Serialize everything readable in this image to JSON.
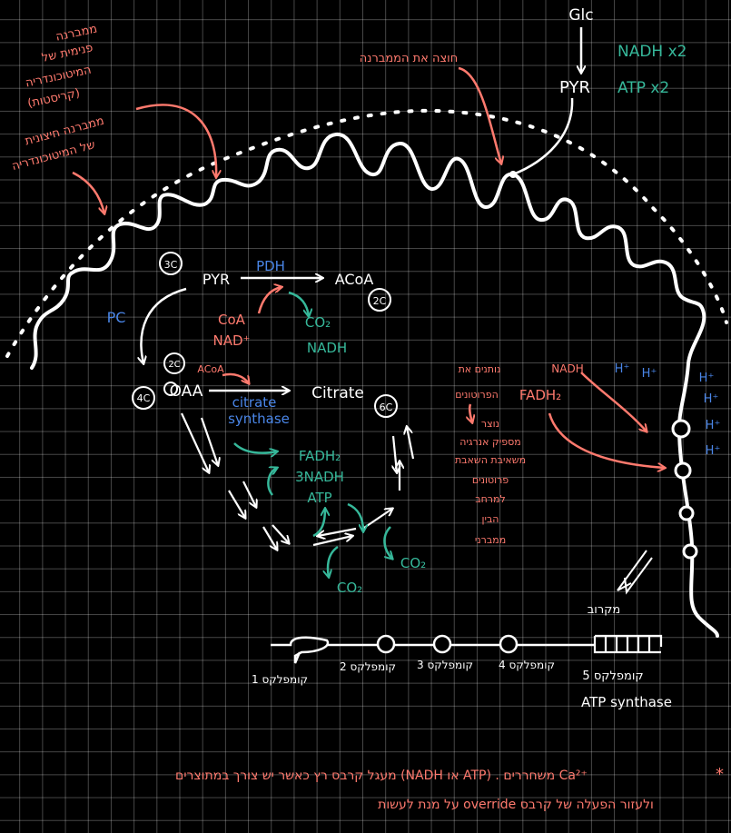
{
  "colors": {
    "background": "#000000",
    "grid": "#5a5a5a",
    "white": "#ffffff",
    "red": "#ff7a6e",
    "teal": "#36b89a",
    "blue": "#4a86e8"
  },
  "top": {
    "glc": "Glc",
    "pyr": "PYR",
    "nadh_x2": "NADH x2",
    "atp_x2": "ATP x2",
    "crosses_membrane": "חוצה את הממברנה"
  },
  "membrane_labels": {
    "outer": [
      "ממברנה",
      "פנימית של",
      "המיטוכונדריה",
      "(קריסטות)"
    ],
    "inner": [
      "ממברנה חיצונית",
      "של המיטוכונדריה"
    ]
  },
  "pdh_reaction": {
    "enzyme": "PDH",
    "substrate": "PYR",
    "product": "ACoA",
    "product_carbons": "2C",
    "substrate_carbons": "3C",
    "inputs": [
      "CoA",
      "NAD⁺"
    ],
    "outputs": [
      "CO₂",
      "NADH"
    ],
    "pc": "PC"
  },
  "krebs": {
    "oaa": "OAA",
    "oaa_carbons": "4C",
    "acoa_small": "ACoA",
    "acoa_carbons": "2C",
    "enzyme_line1": "citrate",
    "enzyme_line2": "synthase",
    "citrate": "Citrate",
    "citrate_carbons": "6C",
    "products": [
      "FADH₂",
      "3NADH",
      "ATP"
    ],
    "co2_1": "CO₂",
    "co2_2": "CO₂"
  },
  "etc": {
    "nadh": "NADH",
    "fadh2": "FADH₂",
    "note": [
      "נותנים את",
      "הפרוטונים"
    ],
    "gradient_note": [
      "נוצר",
      "מספיק אנרגיה",
      "משאיבת השאבת",
      "פרוטונים",
      "למרחב",
      "הבין",
      "ממברני"
    ],
    "protons": [
      "H⁺",
      "H⁺",
      "H⁺",
      "H⁺",
      "H⁺",
      "H⁺"
    ],
    "zoom": "מקרוב",
    "complexes": [
      "קומפלקס 1",
      "קומפלקס 2",
      "קומפלקס 3",
      "קומפלקס 4",
      "קומפלקס 5"
    ],
    "atp_synthase": "ATP synthase"
  },
  "footnote": {
    "star": "*",
    "line1": "מעגל קרבס רץ כאשר יש צורך במתוצרים (NADH או ATP) . משחררים Ca²⁺",
    "line2": "על מנת לעשות override ולעזור הפעלה של קרבס"
  }
}
